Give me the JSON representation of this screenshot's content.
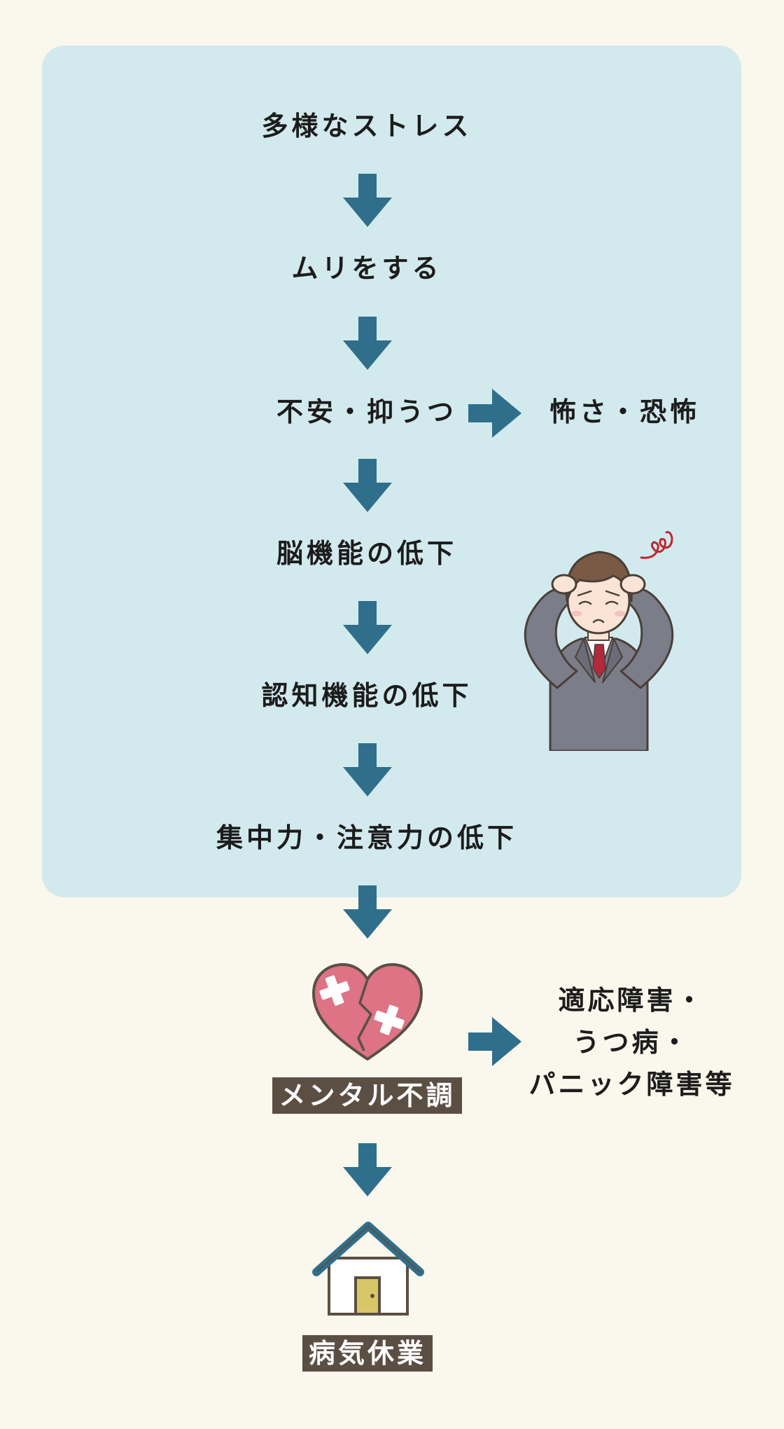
{
  "steps": {
    "stress": "多様なストレス",
    "overdo": "ムリをする",
    "anxiety": "不安・抑うつ",
    "brain": "脳機能の低下",
    "cognition": "認知機能の低下",
    "concentration": "集中力・注意力の低下"
  },
  "side": {
    "fear": "怖さ・恐怖",
    "disorders": [
      "適応障害・",
      "うつ病・",
      "パニック障害等"
    ]
  },
  "labels": {
    "mental": "メンタル不調",
    "leave": "病気休業"
  },
  "colors": {
    "background": "#faf7ec",
    "panel": "#d2eaee",
    "arrow": "#2f6f8c",
    "label_box": "#5b4f44",
    "heart": "#dd7385"
  },
  "icons": {
    "worried_person": "worried-businessman-illustration",
    "heart": "broken-heart-bandage-icon",
    "house": "house-icon"
  }
}
